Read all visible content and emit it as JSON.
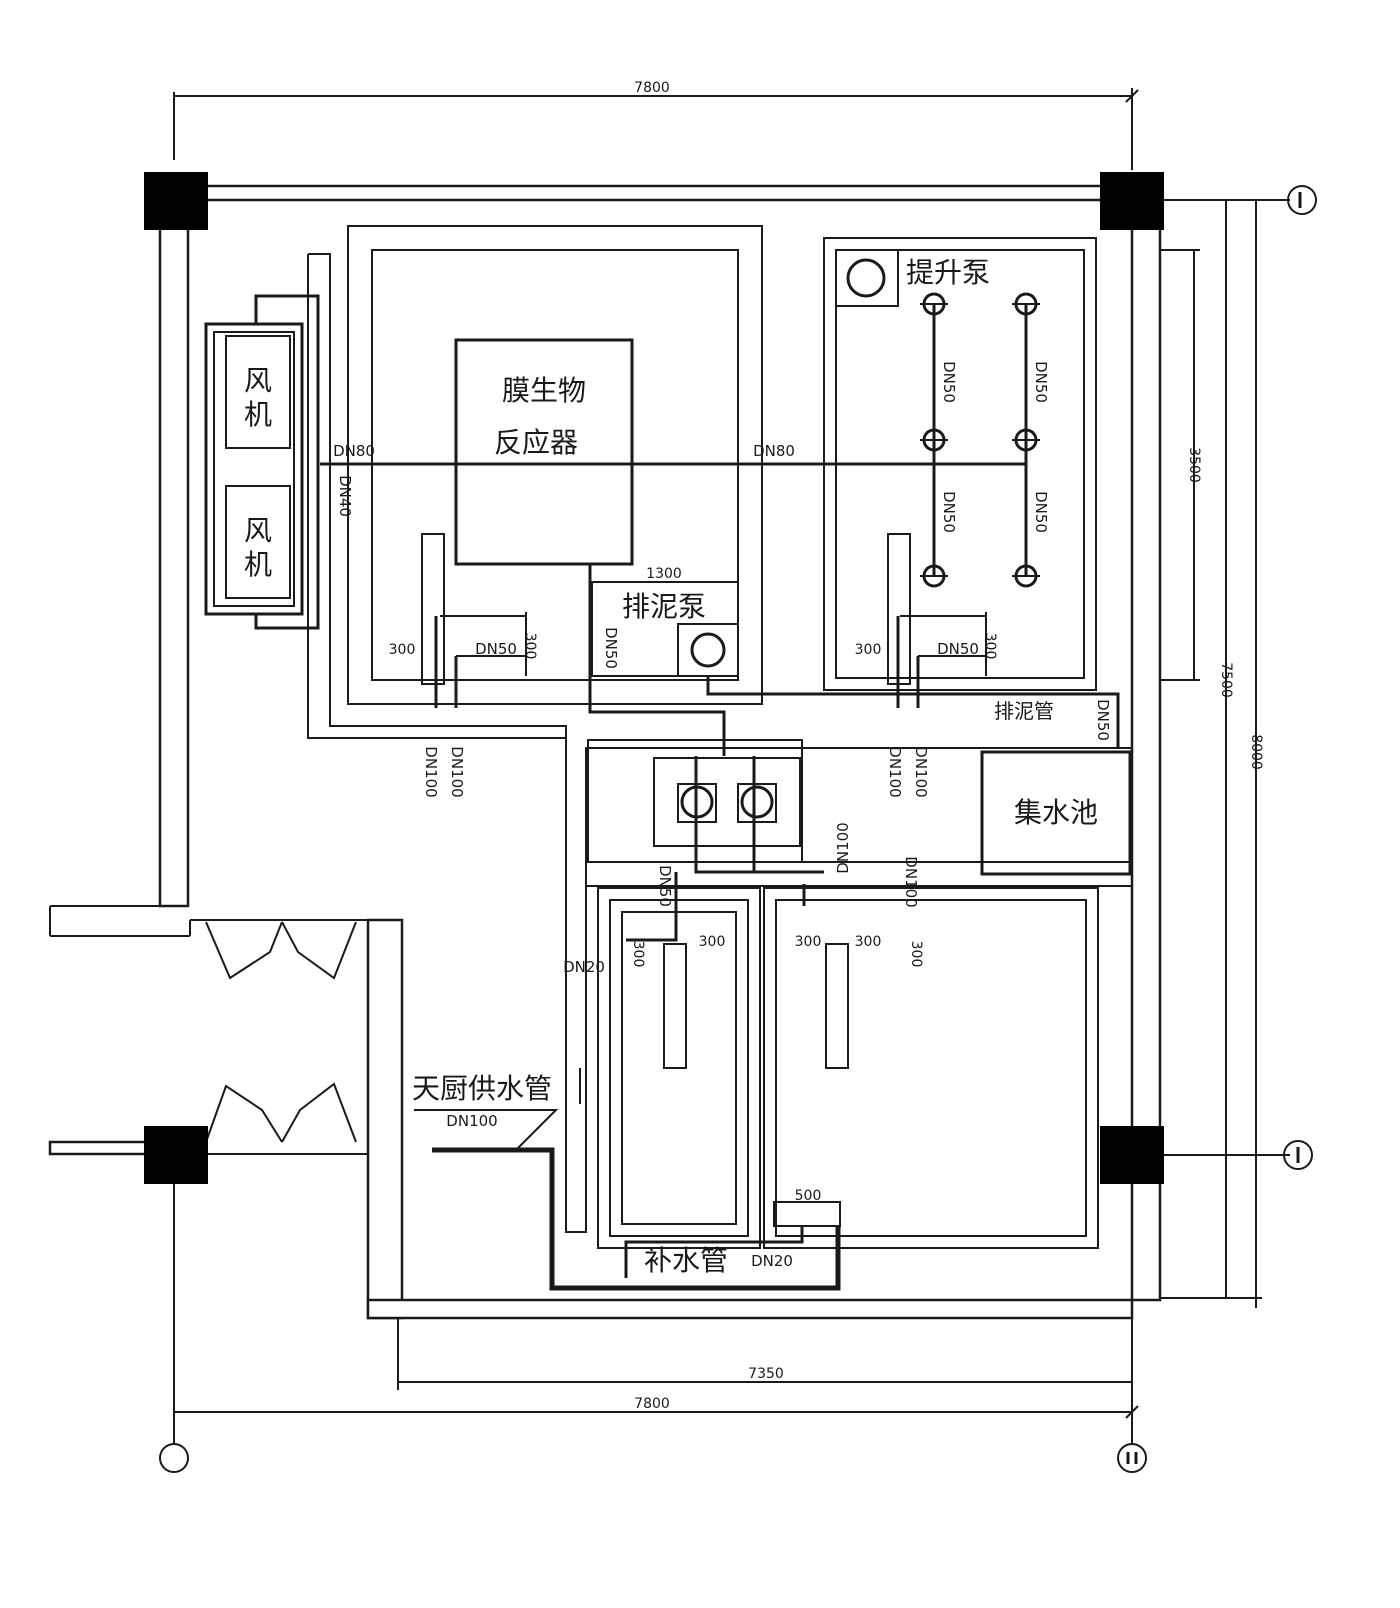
{
  "labels": {
    "fan_1": "风机",
    "fan_2": "风机",
    "bioreactor_line1": "膜生物",
    "bioreactor_line2": "反应器",
    "lift_pump": "提升泵",
    "sludge_pump": "排泥泵",
    "sludge_pipe": "排泥管",
    "collection_pool": "集水池",
    "kitchen_supply_pipe": "天厨供水管",
    "kitchen_supply_size": "DN100",
    "makeup_pipe": "补水管",
    "makeup_size": "DN20"
  },
  "pipe_sizes": {
    "main_dn80_left": "DN80",
    "main_dn80_right": "DN80",
    "left_dn100_a": "DN100",
    "left_dn100_b": "DN100",
    "right_dn100_a": "DN100",
    "right_dn100_b": "DN100",
    "pump_dn50": "DN50",
    "collection_dn50": "DN50",
    "lower_dn100_a": "DN100",
    "lower_dn100_b": "DN100",
    "lower_dn20": "DN20",
    "lower_dn50": "DN50",
    "vert_a1": "DN50",
    "vert_a2": "DN50",
    "vert_b1": "DN50",
    "vert_b2": "DN50",
    "small_dn50_left": "DN50",
    "small_dn50_right": "DN50",
    "dn40": "DN40"
  },
  "dimensions": {
    "top": "7800",
    "bottom_inner": "7350",
    "bottom": "7800",
    "right_inner": "3500",
    "right_mid": "7500",
    "right_outer": "8000",
    "pipe_gap_1": "300",
    "pipe_gap_2": "300",
    "pipe_gap_3": "300",
    "pipe_gap_4": "300",
    "pipe_gap_5": "300",
    "pipe_gap_6": "300",
    "pipe_gap_7": "300",
    "pipe_gap_8": "300",
    "pipe_gap_9": "300",
    "pipe_gap_10": "500",
    "sludge_dim": "1300"
  }
}
